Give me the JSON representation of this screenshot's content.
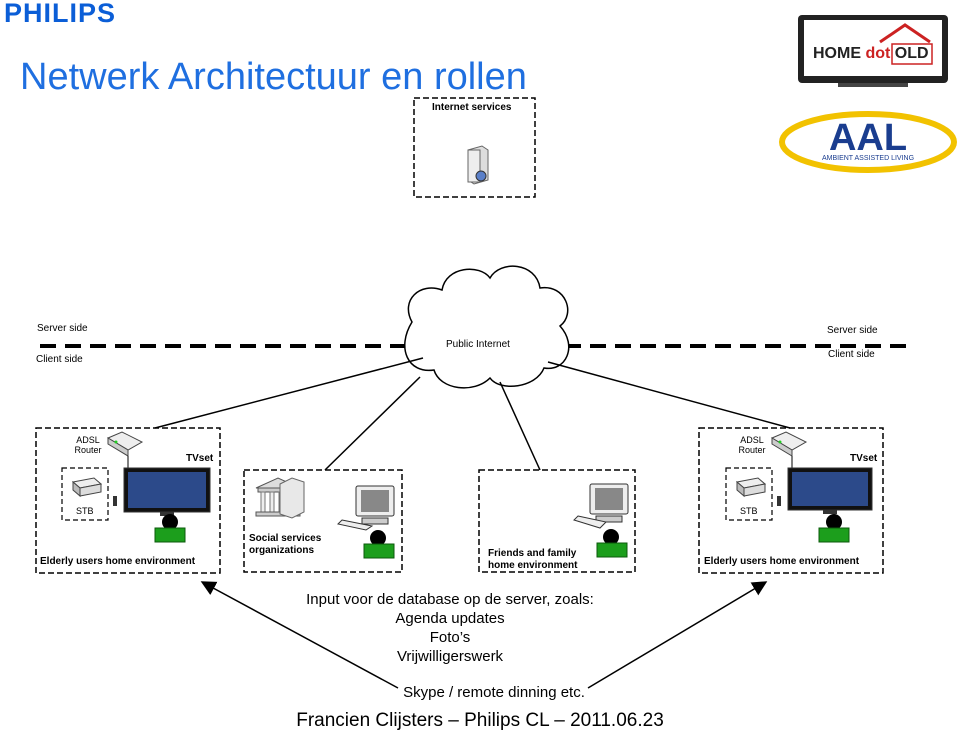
{
  "header": {
    "brand": "PHILIPS",
    "title": "Netwerk Architectuur en rollen"
  },
  "logos": {
    "homedotold": {
      "part1": "HOME ",
      "part2": "dot",
      "part3": " OLD"
    },
    "aal": {
      "main": "AAL",
      "sub": "AMBIENT ASSISTED LIVING"
    }
  },
  "internet": {
    "label": "Internet services"
  },
  "network": {
    "server_side_left": "Server side",
    "client_side_left": "Client side",
    "server_side_right": "Server side",
    "client_side_right": "Client side",
    "cloud_label": "Public Internet"
  },
  "left_home": {
    "router_label": "ADSL\nRouter",
    "tv_label": "TVset",
    "stb_label": "STB",
    "env_label": "Elderly users home environment"
  },
  "social": {
    "label": "Social services\norganizations"
  },
  "friends": {
    "label": "Friends and family\nhome environment"
  },
  "right_home": {
    "router_label": "ADSL\nRouter",
    "tv_label": "TVset",
    "stb_label": "STB",
    "env_label": "Elderly users home environment"
  },
  "body_text": {
    "line1": "Input voor de database op de server, zoals:",
    "line2": "Agenda updates",
    "line3": "Foto’s",
    "line4": "Vrijwilligerswerk",
    "line5": "Skype / remote dinning etc."
  },
  "footer": {
    "author": "Francien Clijsters – Philips CL – 2011.06.23"
  },
  "colors": {
    "brand": "#0b5ed7",
    "title": "#1f6fe0",
    "person": "#1c9e1c",
    "aal_blue": "#1a3d8f",
    "aal_yellow": "#f2c200",
    "logo_red": "#cc2222"
  }
}
